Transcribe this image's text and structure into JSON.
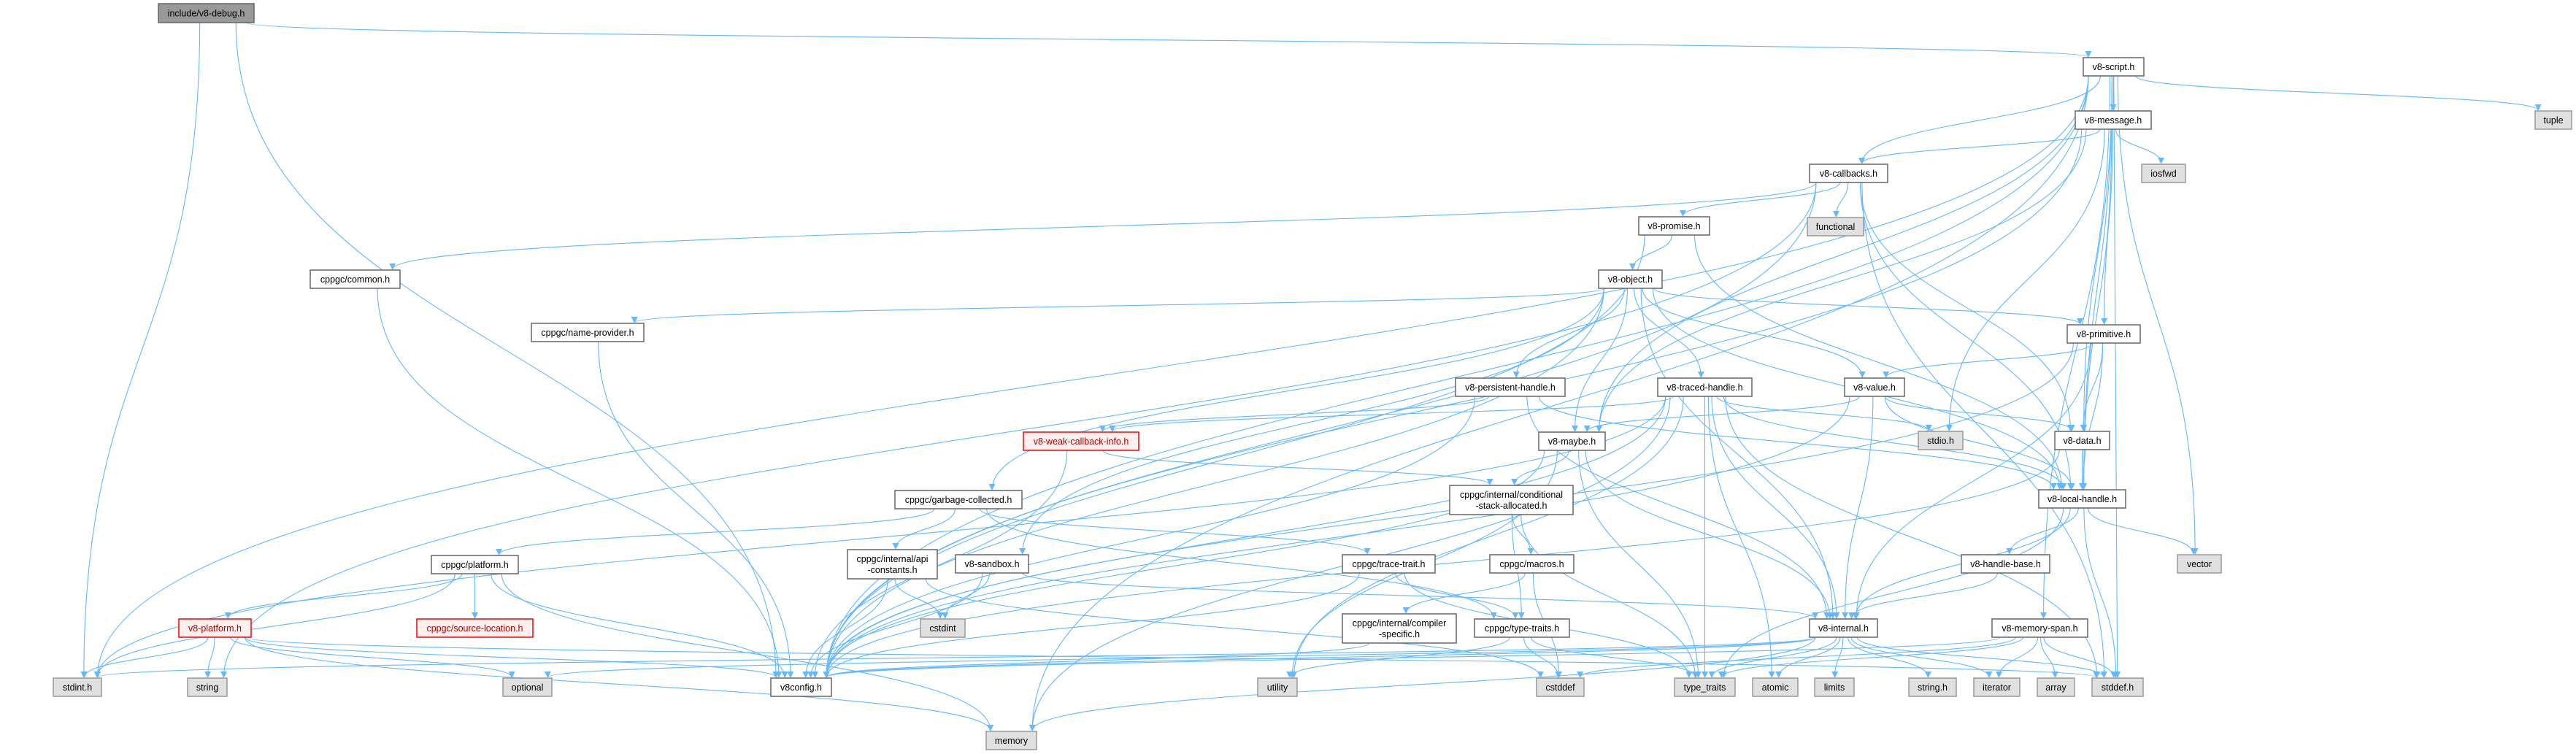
{
  "graph": {
    "title": "include/v8-debug.h",
    "edge_color": "#63b8ff",
    "nodes": [
      {
        "id": "v8-debug",
        "label": "include/v8-debug.h",
        "kind": "root"
      },
      {
        "id": "v8-script",
        "label": "v8-script.h",
        "kind": "file"
      },
      {
        "id": "v8-message",
        "label": "v8-message.h",
        "kind": "file"
      },
      {
        "id": "tuple",
        "label": "tuple",
        "kind": "sys"
      },
      {
        "id": "v8-callbacks",
        "label": "v8-callbacks.h",
        "kind": "file"
      },
      {
        "id": "iosfwd",
        "label": "iosfwd",
        "kind": "sys"
      },
      {
        "id": "functional",
        "label": "functional",
        "kind": "sys"
      },
      {
        "id": "v8-promise",
        "label": "v8-promise.h",
        "kind": "file"
      },
      {
        "id": "cppgc-common",
        "label": "cppgc/common.h",
        "kind": "file"
      },
      {
        "id": "v8-object",
        "label": "v8-object.h",
        "kind": "file"
      },
      {
        "id": "cppgc-name-provider",
        "label": "cppgc/name-provider.h",
        "kind": "file"
      },
      {
        "id": "v8-primitive",
        "label": "v8-primitive.h",
        "kind": "file"
      },
      {
        "id": "v8-persistent-handle",
        "label": "v8-persistent-handle.h",
        "kind": "file"
      },
      {
        "id": "v8-traced-handle",
        "label": "v8-traced-handle.h",
        "kind": "file"
      },
      {
        "id": "v8-value",
        "label": "v8-value.h",
        "kind": "file"
      },
      {
        "id": "v8-weak-callback-info",
        "label": "v8-weak-callback-info.h",
        "kind": "red"
      },
      {
        "id": "v8-maybe",
        "label": "v8-maybe.h",
        "kind": "file"
      },
      {
        "id": "stdio",
        "label": "stdio.h",
        "kind": "sys"
      },
      {
        "id": "v8-data",
        "label": "v8-data.h",
        "kind": "file"
      },
      {
        "id": "cppgc-garbage-collected",
        "label": "cppgc/garbage-collected.h",
        "kind": "file"
      },
      {
        "id": "cppgc-conditional",
        "label": "cppgc/internal/conditional\n-stack-allocated.h",
        "kind": "file"
      },
      {
        "id": "v8-local-handle",
        "label": "v8-local-handle.h",
        "kind": "file"
      },
      {
        "id": "cppgc-api-constants",
        "label": "cppgc/internal/api\n-constants.h",
        "kind": "file"
      },
      {
        "id": "v8-sandbox",
        "label": "v8-sandbox.h",
        "kind": "file"
      },
      {
        "id": "cppgc-platform",
        "label": "cppgc/platform.h",
        "kind": "file"
      },
      {
        "id": "cppgc-trace-trait",
        "label": "cppgc/trace-trait.h",
        "kind": "file"
      },
      {
        "id": "cppgc-macros",
        "label": "cppgc/macros.h",
        "kind": "file"
      },
      {
        "id": "v8-handle-base",
        "label": "v8-handle-base.h",
        "kind": "file"
      },
      {
        "id": "vector",
        "label": "vector",
        "kind": "sys"
      },
      {
        "id": "v8-platform",
        "label": "v8-platform.h",
        "kind": "red"
      },
      {
        "id": "cppgc-source-location",
        "label": "cppgc/source-location.h",
        "kind": "red"
      },
      {
        "id": "cstdint",
        "label": "cstdint",
        "kind": "sys"
      },
      {
        "id": "cppgc-compiler-specific",
        "label": "cppgc/internal/compiler\n-specific.h",
        "kind": "file"
      },
      {
        "id": "cppgc-type-traits",
        "label": "cppgc/type-traits.h",
        "kind": "file"
      },
      {
        "id": "v8-internal",
        "label": "v8-internal.h",
        "kind": "file"
      },
      {
        "id": "v8-memory-span",
        "label": "v8-memory-span.h",
        "kind": "file"
      },
      {
        "id": "stdint",
        "label": "stdint.h",
        "kind": "sys"
      },
      {
        "id": "string",
        "label": "string",
        "kind": "sys"
      },
      {
        "id": "optional",
        "label": "optional",
        "kind": "sys"
      },
      {
        "id": "v8config",
        "label": "v8config.h",
        "kind": "file"
      },
      {
        "id": "utility",
        "label": "utility",
        "kind": "sys"
      },
      {
        "id": "cstddef",
        "label": "cstddef",
        "kind": "sys"
      },
      {
        "id": "type_traits",
        "label": "type_traits",
        "kind": "sys"
      },
      {
        "id": "atomic",
        "label": "atomic",
        "kind": "sys"
      },
      {
        "id": "limits",
        "label": "limits",
        "kind": "sys"
      },
      {
        "id": "string-h",
        "label": "string.h",
        "kind": "sys"
      },
      {
        "id": "iterator",
        "label": "iterator",
        "kind": "sys"
      },
      {
        "id": "array",
        "label": "array",
        "kind": "sys"
      },
      {
        "id": "stddef",
        "label": "stddef.h",
        "kind": "sys"
      },
      {
        "id": "memory",
        "label": "memory",
        "kind": "sys"
      }
    ],
    "edges": [
      [
        "v8-debug",
        "stdint"
      ],
      [
        "v8-debug",
        "v8-script"
      ],
      [
        "v8-debug",
        "v8config"
      ],
      [
        "v8-script",
        "stddef"
      ],
      [
        "v8-script",
        "stdint"
      ],
      [
        "v8-script",
        "memory"
      ],
      [
        "v8-script",
        "tuple"
      ],
      [
        "v8-script",
        "vector"
      ],
      [
        "v8-script",
        "v8-callbacks"
      ],
      [
        "v8-script",
        "v8-data"
      ],
      [
        "v8-script",
        "v8-local-handle"
      ],
      [
        "v8-script",
        "v8-maybe"
      ],
      [
        "v8-script",
        "v8-memory-span"
      ],
      [
        "v8-script",
        "v8-message"
      ],
      [
        "v8-script",
        "v8config"
      ],
      [
        "v8-message",
        "stdio"
      ],
      [
        "v8-message",
        "iosfwd"
      ],
      [
        "v8-message",
        "v8-callbacks"
      ],
      [
        "v8-message",
        "v8-local-handle"
      ],
      [
        "v8-message",
        "v8-maybe"
      ],
      [
        "v8-message",
        "v8-primitive"
      ],
      [
        "v8-message",
        "v8config"
      ],
      [
        "v8-callbacks",
        "stddef"
      ],
      [
        "v8-callbacks",
        "functional"
      ],
      [
        "v8-callbacks",
        "string"
      ],
      [
        "v8-callbacks",
        "cppgc-common"
      ],
      [
        "v8-callbacks",
        "v8-data"
      ],
      [
        "v8-callbacks",
        "v8-local-handle"
      ],
      [
        "v8-callbacks",
        "v8-promise"
      ],
      [
        "v8-callbacks",
        "v8config"
      ],
      [
        "cppgc-common",
        "v8config"
      ],
      [
        "v8-promise",
        "v8-local-handle"
      ],
      [
        "v8-promise",
        "v8-object"
      ],
      [
        "v8-promise",
        "v8config"
      ],
      [
        "v8-object",
        "cppgc-garbage-collected"
      ],
      [
        "v8-object",
        "cppgc-name-provider"
      ],
      [
        "v8-object",
        "v8-internal"
      ],
      [
        "v8-object",
        "v8-local-handle"
      ],
      [
        "v8-object",
        "v8-maybe"
      ],
      [
        "v8-object",
        "v8-persistent-handle"
      ],
      [
        "v8-object",
        "v8-primitive"
      ],
      [
        "v8-object",
        "v8-sandbox"
      ],
      [
        "v8-object",
        "v8-traced-handle"
      ],
      [
        "v8-object",
        "v8-value"
      ],
      [
        "v8-object",
        "v8config"
      ],
      [
        "cppgc-garbage-collected",
        "cppgc-api-constants"
      ],
      [
        "cppgc-garbage-collected",
        "cppgc-platform"
      ],
      [
        "cppgc-garbage-collected",
        "cppgc-trace-trait"
      ],
      [
        "cppgc-garbage-collected",
        "cppgc-type-traits"
      ],
      [
        "cppgc-api-constants",
        "cstddef"
      ],
      [
        "cppgc-api-constants",
        "cstdint"
      ],
      [
        "cppgc-api-constants",
        "v8config"
      ],
      [
        "cppgc-platform",
        "memory"
      ],
      [
        "cppgc-platform",
        "cppgc-source-location"
      ],
      [
        "cppgc-platform",
        "v8-platform"
      ],
      [
        "cppgc-platform",
        "v8config"
      ],
      [
        "cppgc-platform",
        "stdint"
      ],
      [
        "v8-platform",
        "stddef"
      ],
      [
        "v8-platform",
        "stdint"
      ],
      [
        "v8-platform",
        "string"
      ],
      [
        "v8-platform",
        "memory"
      ],
      [
        "v8-platform",
        "optional"
      ],
      [
        "v8-platform",
        "v8config"
      ],
      [
        "cppgc-trace-trait",
        "type_traits"
      ],
      [
        "cppgc-trace-trait",
        "cppgc-type-traits"
      ],
      [
        "cppgc-trace-trait",
        "v8config"
      ],
      [
        "cppgc-type-traits",
        "cstddef"
      ],
      [
        "cppgc-type-traits",
        "type_traits"
      ],
      [
        "cppgc-type-traits",
        "utility"
      ],
      [
        "cppgc-name-provider",
        "v8config"
      ],
      [
        "v8-sandbox",
        "cstdint"
      ],
      [
        "v8-sandbox",
        "v8-internal"
      ],
      [
        "v8-sandbox",
        "v8config"
      ],
      [
        "v8-internal",
        "stddef"
      ],
      [
        "v8-internal",
        "stdint"
      ],
      [
        "v8-internal",
        "string-h"
      ],
      [
        "v8-internal",
        "atomic"
      ],
      [
        "v8-internal",
        "iterator"
      ],
      [
        "v8-internal",
        "limits"
      ],
      [
        "v8-internal",
        "memory"
      ],
      [
        "v8-internal",
        "optional"
      ],
      [
        "v8-internal",
        "type_traits"
      ],
      [
        "v8-internal",
        "v8config"
      ],
      [
        "v8-local-handle",
        "stddef"
      ],
      [
        "v8-local-handle",
        "type_traits"
      ],
      [
        "v8-local-handle",
        "vector"
      ],
      [
        "v8-local-handle",
        "v8-handle-base"
      ],
      [
        "v8-local-handle",
        "v8-internal"
      ],
      [
        "v8-handle-base",
        "v8-internal"
      ],
      [
        "v8-maybe",
        "type_traits"
      ],
      [
        "v8-maybe",
        "utility"
      ],
      [
        "v8-maybe",
        "cppgc-conditional"
      ],
      [
        "v8-maybe",
        "v8-internal"
      ],
      [
        "v8-maybe",
        "v8config"
      ],
      [
        "cppgc-conditional",
        "type_traits"
      ],
      [
        "cppgc-conditional",
        "cppgc-macros"
      ],
      [
        "cppgc-conditional",
        "cppgc-type-traits"
      ],
      [
        "cppgc-macros",
        "cstddef"
      ],
      [
        "cppgc-macros",
        "cppgc-compiler-specific"
      ],
      [
        "cppgc-compiler-specific",
        "v8config"
      ],
      [
        "v8-persistent-handle",
        "v8-internal"
      ],
      [
        "v8-persistent-handle",
        "v8-local-handle"
      ],
      [
        "v8-persistent-handle",
        "v8-weak-callback-info"
      ],
      [
        "v8-persistent-handle",
        "v8config"
      ],
      [
        "v8-weak-callback-info",
        "cppgc-conditional"
      ],
      [
        "v8-weak-callback-info",
        "v8config"
      ],
      [
        "v8-primitive",
        "v8-data"
      ],
      [
        "v8-primitive",
        "v8-internal"
      ],
      [
        "v8-primitive",
        "v8-local-handle"
      ],
      [
        "v8-primitive",
        "v8-value"
      ],
      [
        "v8-primitive",
        "v8config"
      ],
      [
        "v8-data",
        "v8-local-handle"
      ],
      [
        "v8-data",
        "v8config"
      ],
      [
        "v8-value",
        "v8-data"
      ],
      [
        "v8-value",
        "v8-internal"
      ],
      [
        "v8-value",
        "v8-local-handle"
      ],
      [
        "v8-value",
        "v8-maybe"
      ],
      [
        "v8-value",
        "v8config"
      ],
      [
        "v8-traced-handle",
        "stddef"
      ],
      [
        "v8-traced-handle",
        "stdint"
      ],
      [
        "v8-traced-handle",
        "stdio"
      ],
      [
        "v8-traced-handle",
        "atomic"
      ],
      [
        "v8-traced-handle",
        "memory"
      ],
      [
        "v8-traced-handle",
        "type_traits"
      ],
      [
        "v8-traced-handle",
        "utility"
      ],
      [
        "v8-traced-handle",
        "v8-internal"
      ],
      [
        "v8-traced-handle",
        "v8-local-handle"
      ],
      [
        "v8-traced-handle",
        "v8-weak-callback-info"
      ],
      [
        "v8-traced-handle",
        "v8config"
      ],
      [
        "v8-memory-span",
        "stddef"
      ],
      [
        "v8-memory-span",
        "array"
      ],
      [
        "v8-memory-span",
        "cstddef"
      ],
      [
        "v8-memory-span",
        "iterator"
      ],
      [
        "v8-memory-span",
        "type_traits"
      ],
      [
        "v8-memory-span",
        "v8config"
      ]
    ]
  }
}
